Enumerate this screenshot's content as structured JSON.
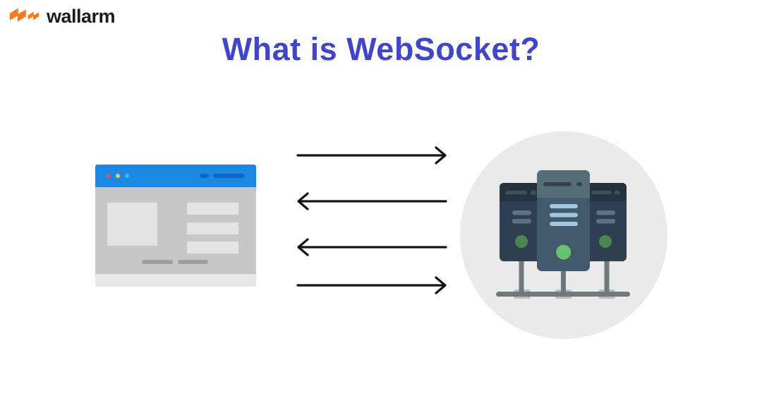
{
  "brand": {
    "name": "wallarm",
    "logo_color": "#f47b20",
    "text_color": "#1c1c1c"
  },
  "title": {
    "text": "What is WebSocket?",
    "color": "#4145c9"
  },
  "diagram": {
    "client": {
      "kind": "browser-window",
      "titlebar_color": "#1d87e4",
      "body_color": "#c7c7c7",
      "panel_color": "#e3e3e3",
      "footer_color": "#e8e8e8",
      "titlebar_dot_colors": [
        "#d95757",
        "#e8cf4d",
        "#3bc0d8"
      ],
      "titlebar_pill_color": "#1265c8"
    },
    "arrows": {
      "color": "#141414",
      "directions": [
        "right",
        "left",
        "left",
        "right"
      ],
      "meaning": "bidirectional client-server messages"
    },
    "server": {
      "kind": "server-cluster",
      "backdrop_circle_color": "#eaeaea",
      "side_tower_body_color": "#2d3f50",
      "side_tower_header_color": "#24333f",
      "center_tower_body_color": "#41596a",
      "center_tower_header_color": "#546d79",
      "center_tower_bar_color": "#a3c7de",
      "side_tower_bar_color": "#5b7386",
      "led_colors": [
        "#4e8653",
        "#68c16d",
        "#4e8653"
      ],
      "network_line_color": "#6e797e",
      "network_node_color": "#b7bdc0"
    }
  }
}
